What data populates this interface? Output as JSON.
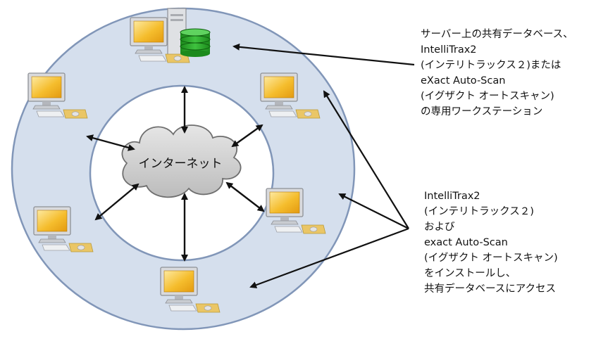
{
  "cloud": {
    "label": "インターネット"
  },
  "callouts": {
    "server": {
      "lines": [
        "サーバー上の共有データベース、",
        "IntelliTrax2",
        "(インテリトラックス２)または",
        "eXact Auto-Scan",
        "(イグザクト オートスキャン)",
        "の専用ワークステーション"
      ]
    },
    "client": {
      "lines": [
        "IntelliTrax2",
        "(インテリトラックス２)",
        "および",
        "exact Auto-Scan",
        "(イグザクト オートスキャン)",
        "をインストールし、",
        "共有データベースにアクセス"
      ]
    }
  },
  "colors": {
    "ring": "#d5dfed",
    "ring_border": "#8196b8",
    "cloud_fill": "#d2d2d2",
    "cloud_stroke": "#6f6f6f",
    "database": "#26a626",
    "screen": "#f2b01d",
    "keyboard": "#e9c56a",
    "arrow": "#111111"
  },
  "icons": {
    "server": "server-workstation-icon",
    "database": "database-icon",
    "client": "client-workstation-icon",
    "cloud": "internet-cloud-icon"
  }
}
